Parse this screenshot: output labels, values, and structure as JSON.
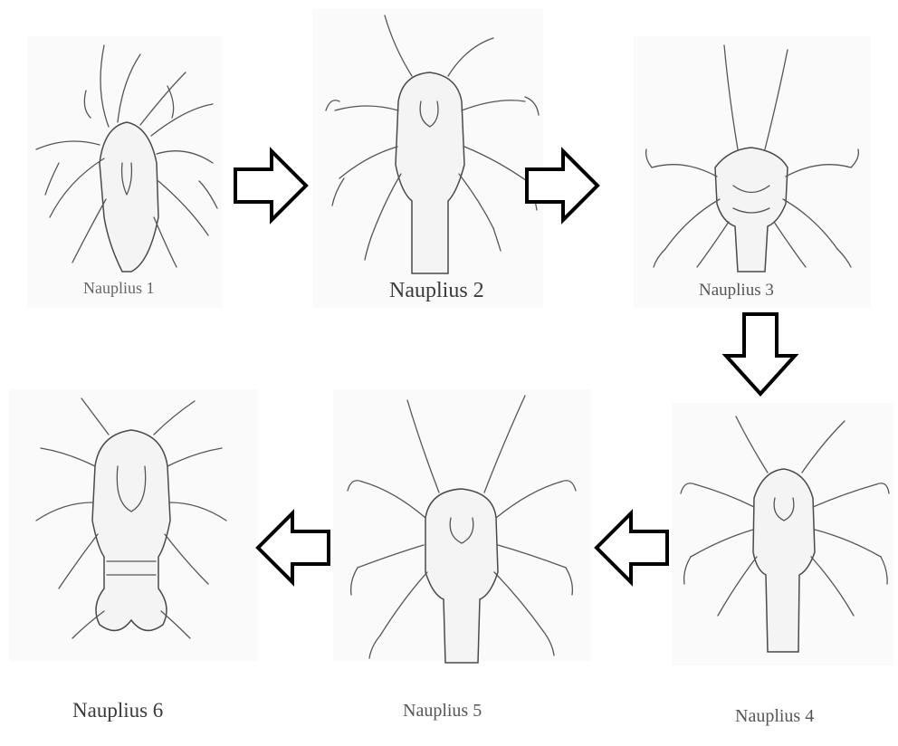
{
  "diagram": {
    "stages": [
      {
        "label": "Nauplius 1"
      },
      {
        "label": "Nauplius 2"
      },
      {
        "label": "Nauplius 3"
      },
      {
        "label": "Nauplius 4"
      },
      {
        "label": "Nauplius 5"
      },
      {
        "label": "Nauplius 6"
      }
    ],
    "arrows": [
      {
        "from": "Nauplius 1",
        "to": "Nauplius 2",
        "direction": "right"
      },
      {
        "from": "Nauplius 2",
        "to": "Nauplius 3",
        "direction": "right"
      },
      {
        "from": "Nauplius 3",
        "to": "Nauplius 4",
        "direction": "down"
      },
      {
        "from": "Nauplius 4",
        "to": "Nauplius 5",
        "direction": "left"
      },
      {
        "from": "Nauplius 5",
        "to": "Nauplius 6",
        "direction": "left"
      }
    ],
    "colors": {
      "ink": "#555555",
      "arrow_stroke": "#000000",
      "arrow_fill": "#ffffff",
      "caption": "#3a3a3a"
    }
  }
}
